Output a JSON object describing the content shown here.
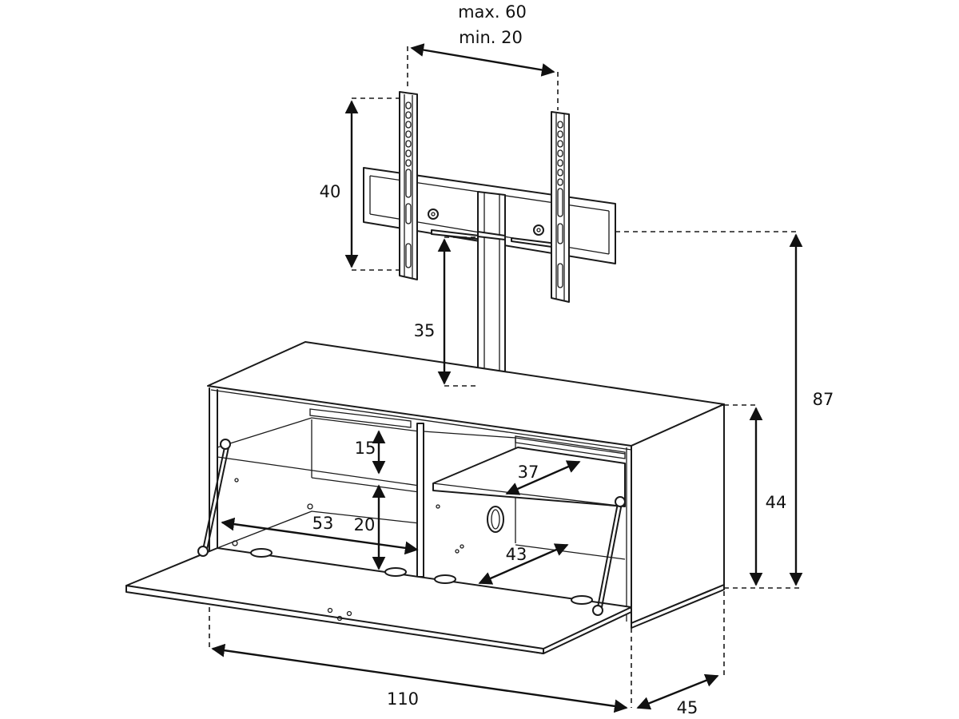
{
  "dimensions": {
    "bracket_spacing_max": "max. 60",
    "bracket_spacing_min": "min. 20",
    "bracket_height": "40",
    "column_height": "35",
    "total_height": "87",
    "cabinet_height": "44",
    "shelf_gap_upper": "15",
    "shelf_gap_lower": "20",
    "inner_width_left": "53",
    "shelf_depth": "37",
    "inner_depth_right": "43",
    "cabinet_width": "110",
    "cabinet_depth": "45"
  },
  "colors": {
    "line": "#1a1a1a",
    "background": "#ffffff"
  }
}
